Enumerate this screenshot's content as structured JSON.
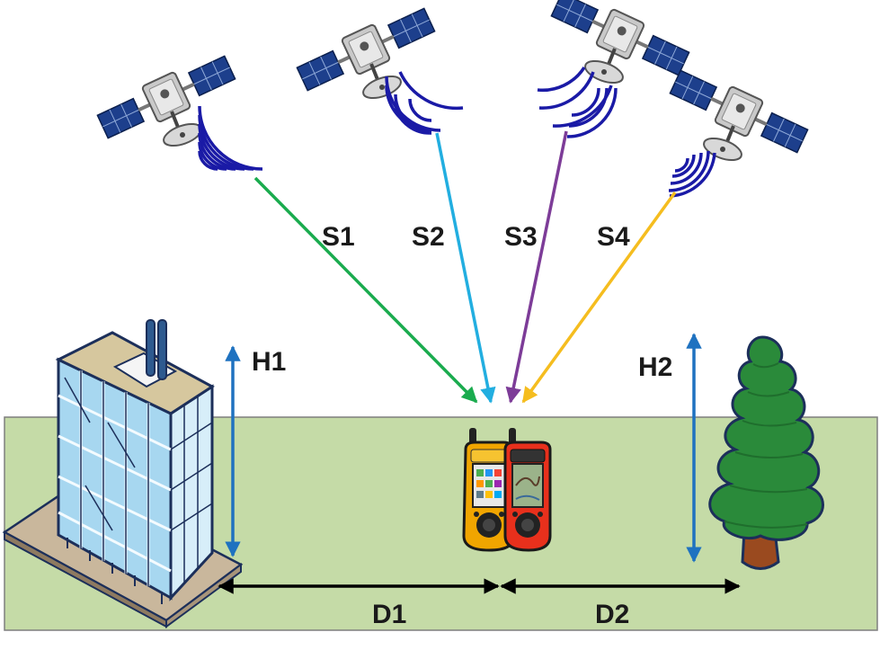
{
  "labels": {
    "s1": "S1",
    "s2": "S2",
    "s3": "S3",
    "s4": "S4",
    "h1": "H1",
    "h2": "H2",
    "d1": "D1",
    "d2": "D2"
  },
  "colors": {
    "ground": "#c5dba7",
    "ground_border": "#7f7f7f",
    "s1": "#1aab4e",
    "s2": "#22aee0",
    "s3": "#7d3c98",
    "s4": "#f5bd1f",
    "height_arrows": "#1f72c0",
    "distance_arrows": "#000000",
    "signal_waves": "#1a1aa6",
    "tree": "#2a8a3a",
    "building": "#9ed3ee"
  },
  "icons": [
    "satellite-icon",
    "building-icon",
    "tree-icon",
    "gps-receiver-yellow-icon",
    "gps-receiver-red-icon"
  ]
}
